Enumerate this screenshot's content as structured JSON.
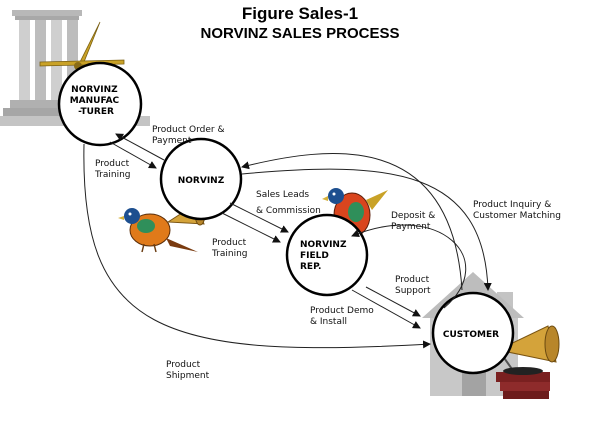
{
  "title": {
    "line1": "Figure Sales-1",
    "line2": "NORVINZ SALES PROCESS"
  },
  "nodes": {
    "manufacturer": [
      "NORVINZ",
      "MANUFAC",
      "-TURER"
    ],
    "norvinz": [
      "NORVINZ"
    ],
    "field_rep": [
      "NORVINZ",
      "FIELD",
      "REP."
    ],
    "customer": [
      "CUSTOMER"
    ]
  },
  "flows": {
    "product_order": [
      "Product Order &",
      "Payment"
    ],
    "product_training_top": [
      "Product",
      "Training"
    ],
    "sales_leads": [
      "Sales Leads"
    ],
    "commission": [
      "& Commission"
    ],
    "product_training_mid": [
      "Product",
      "Training"
    ],
    "deposit": [
      "Deposit &",
      "Payment"
    ],
    "inquiry": [
      "Product Inquiry &",
      "Customer Matching"
    ],
    "product_support": [
      "Product",
      "Support"
    ],
    "demo_install": [
      "Product Demo",
      "& Install"
    ],
    "shipment": [
      "Product",
      "Shipment"
    ]
  },
  "icons": [
    "building-icon",
    "house-icon",
    "bird-icon",
    "gramophone-icon",
    "clock-hands-icon"
  ]
}
